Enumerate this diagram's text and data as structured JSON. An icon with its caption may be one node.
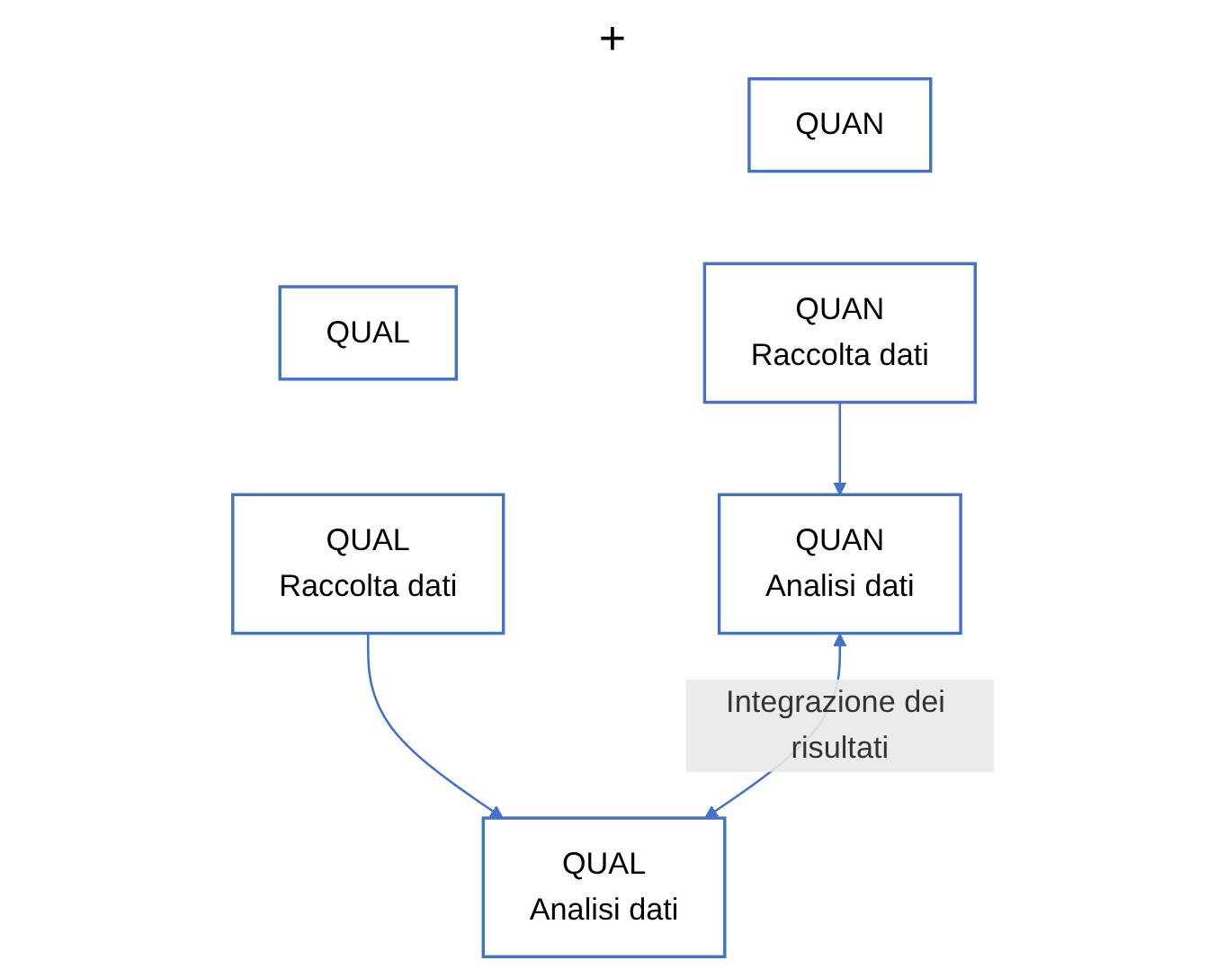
{
  "diagram": {
    "nodes": [
      {
        "text": [
          "QUAN"
        ]
      },
      {
        "text": [
          "QUAL"
        ]
      },
      {
        "text": [
          "QUAN",
          "Raccolta dati"
        ]
      },
      {
        "text": [
          "QUAL",
          "Raccolta dati"
        ]
      },
      {
        "text": [
          "QUAN",
          "Analisi dati"
        ]
      },
      {
        "text": [
          "QUAL",
          "Analisi dati"
        ]
      }
    ],
    "edges": [
      {
        "from": 2,
        "to": 4,
        "arrow": "to"
      },
      {
        "from": 3,
        "to": 5,
        "arrow": "to"
      },
      {
        "from": 4,
        "to": 5,
        "arrow": "both",
        "label": "Integrazione dei risultati"
      }
    ],
    "labels": [
      "+"
    ]
  }
}
